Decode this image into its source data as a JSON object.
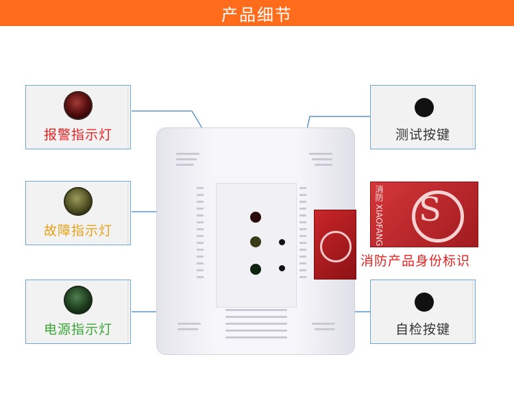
{
  "header": {
    "title": "产品细节"
  },
  "callouts": {
    "alarm": {
      "label": "报警指示灯",
      "color": "#e8201f"
    },
    "fault": {
      "label": "故障指示灯",
      "color": "#e8a21a"
    },
    "power": {
      "label": "电源指示灯",
      "color": "#3aa635"
    },
    "test": {
      "label": "测试按键",
      "color": "#333333"
    },
    "id": {
      "label": "消防产品身份标识",
      "color": "#e8201f"
    },
    "selfcheck": {
      "label": "自检按键",
      "color": "#333333"
    }
  },
  "cert": {
    "line1": "消防",
    "line2": "XIAOFANG"
  },
  "colors": {
    "header": "#ff6d1c",
    "leader_line": "#3b7fc4"
  }
}
